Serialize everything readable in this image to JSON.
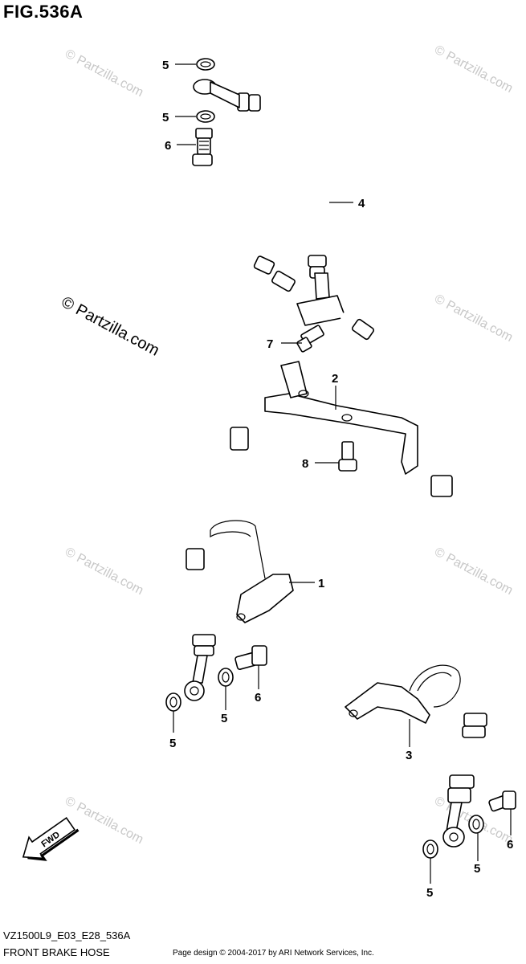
{
  "figure": {
    "title": "FIG.536A"
  },
  "watermark": {
    "text": "© Partzilla.com"
  },
  "callouts": {
    "c1": "1",
    "c2": "2",
    "c3": "3",
    "c4": "4",
    "c5a": "5",
    "c5b": "5",
    "c5c": "5",
    "c5d": "5",
    "c5e": "5",
    "c5f": "5",
    "c6a": "6",
    "c6b": "6",
    "c6c": "6",
    "c7": "7",
    "c8": "8"
  },
  "fwd_label": "FWD",
  "footer": {
    "model_code": "VZ1500L9_E03_E28_536A",
    "caption": "FRONT BRAKE HOSE",
    "credit": "Page design © 2004-2017 by ARI Network Services, Inc."
  }
}
